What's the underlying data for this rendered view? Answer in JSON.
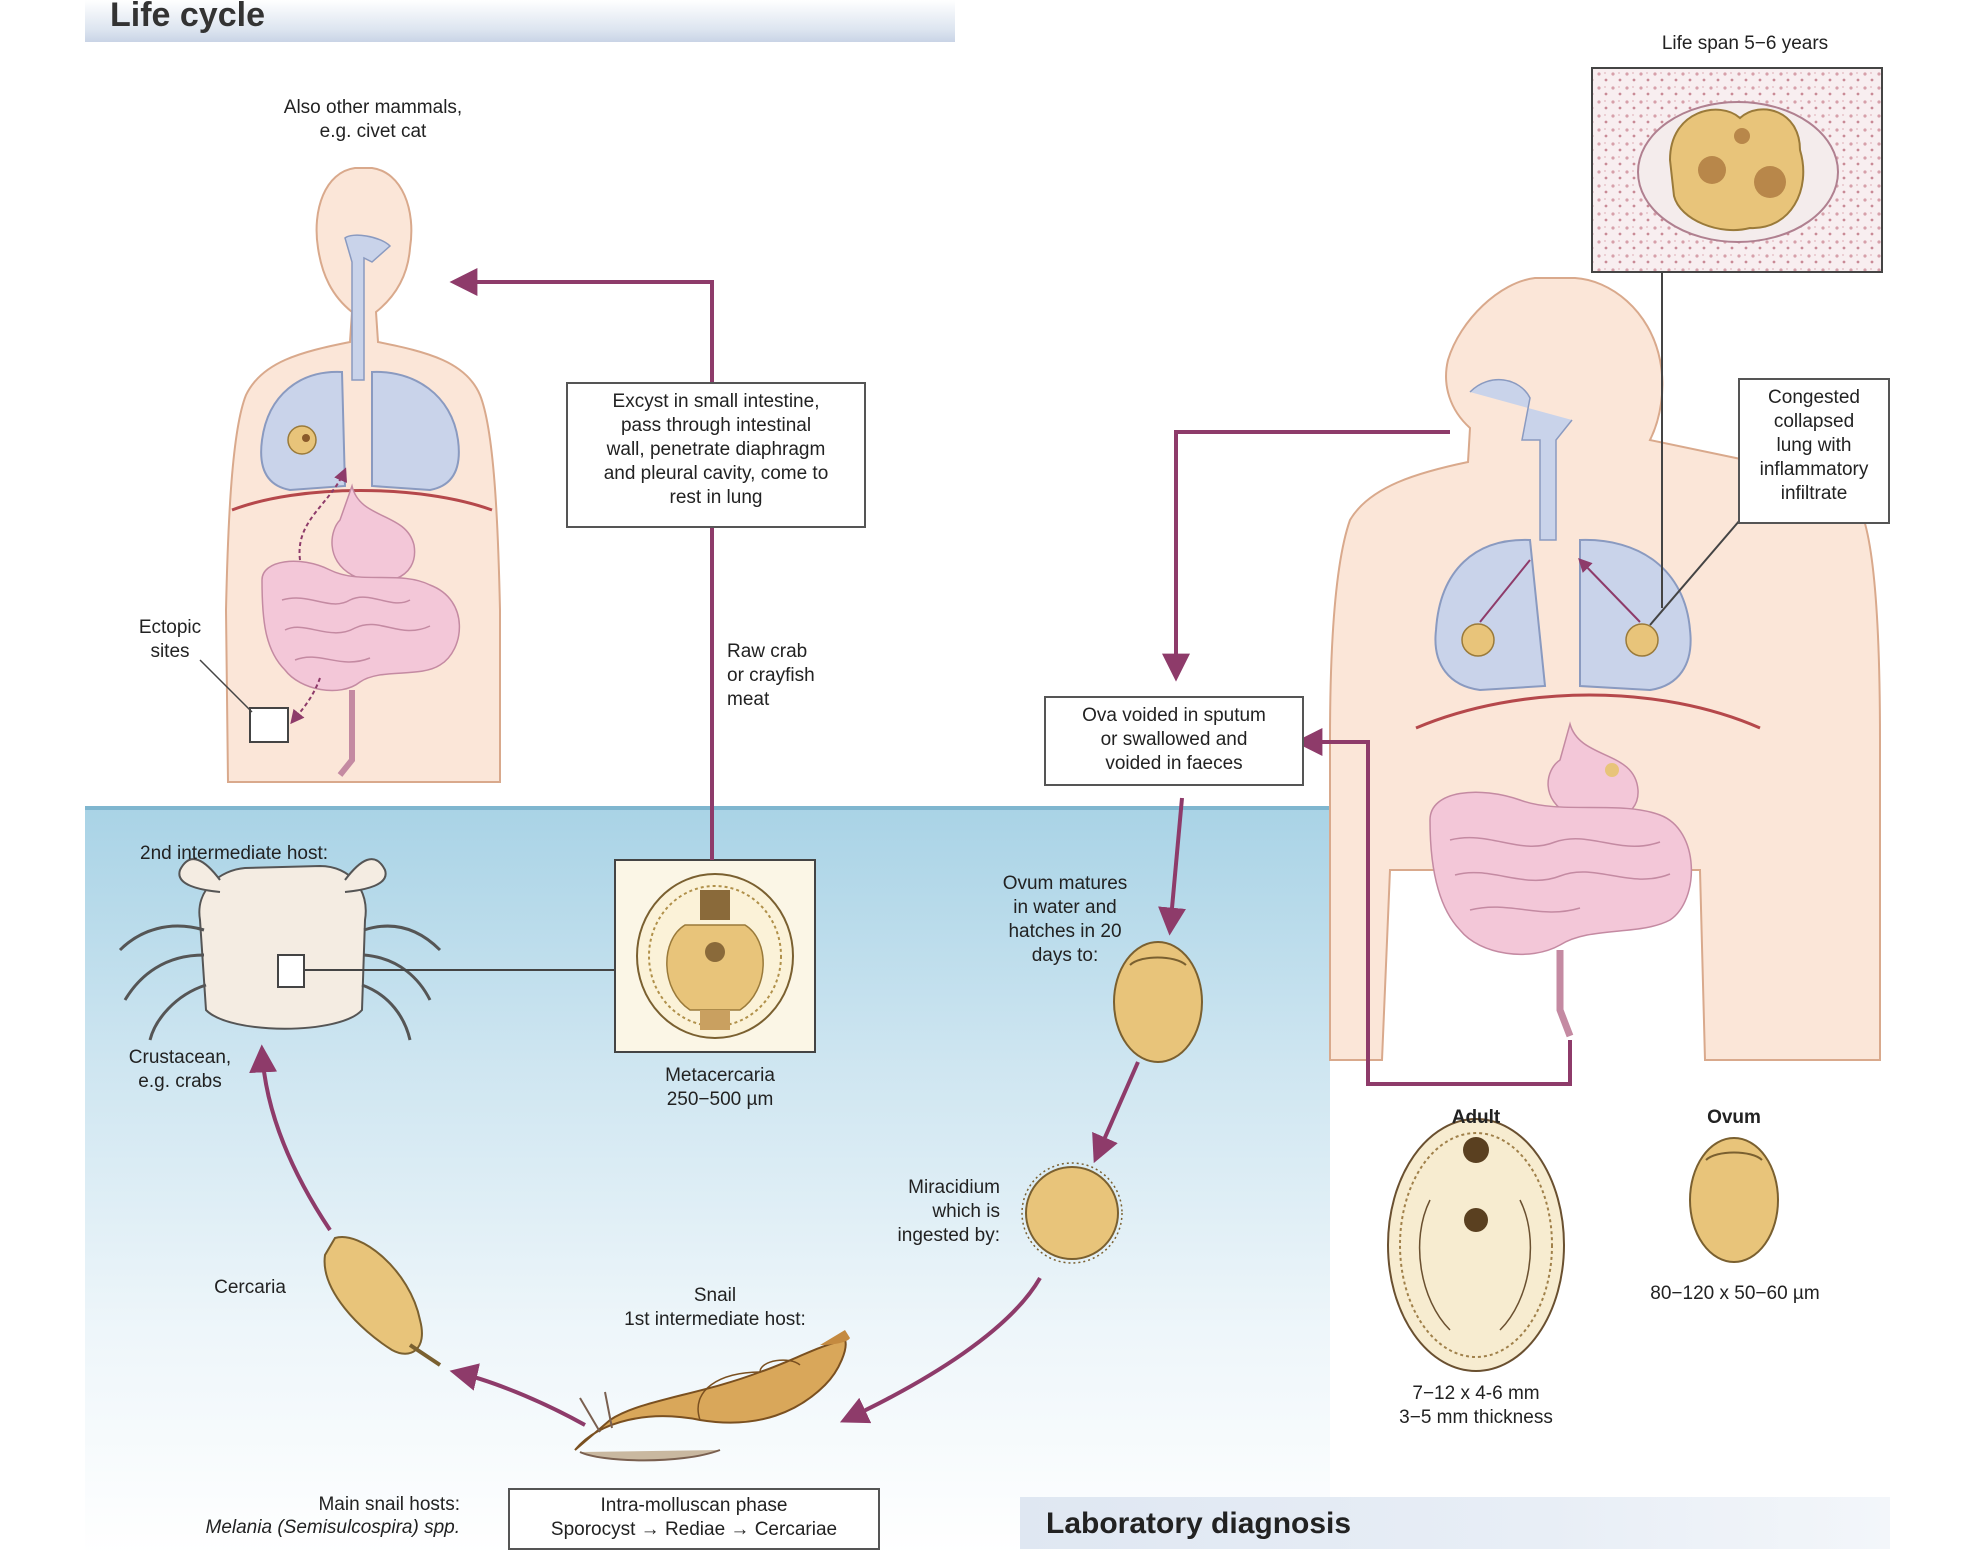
{
  "header": {
    "cut_title": "Life cycle"
  },
  "labels": {
    "other_mammals": "Also other mammals,\ne.g. civet cat",
    "ectopic_sites": "Ectopic\nsites",
    "excyst_box": "Excyst in small intestine,\npass through intestinal\nwall, penetrate diaphragm\nand pleural cavity, come to\nrest in lung",
    "raw_crab": "Raw crab\nor crayfish\nmeat",
    "second_host": "2nd intermediate host:",
    "crustacean": "Crustacean,\ne.g. crabs",
    "metacercaria": "Metacercaria\n250−500 µm",
    "cercaria": "Cercaria",
    "snail": "Snail\n1st intermediate host:",
    "main_snail_hosts_title": "Main snail hosts:",
    "main_snail_hosts_species": "Melania (Semisulcospira) spp.",
    "intra_molluscan": "Intra-molluscan phase\nSporocyst → Rediae → Cercariae",
    "miracidium": "Miracidium\nwhich is\ningested by:",
    "ovum_matures": "Ovum matures\nin water and\nhatches in 20\ndays to:",
    "ova_voided": "Ova voided in sputum\nor swallowed and\nvoided in faeces",
    "life_span": "Life span 5−6 years",
    "congested": "Congested\ncollapsed\nlung with\ninflammatory\ninfiltrate",
    "adult_title": "Adult",
    "adult_size": "7−12 x 4-6 mm\n3−5 mm thickness",
    "ovum_title": "Ovum",
    "ovum_size": "80−120 x 50−60 µm"
  },
  "sections": {
    "lab_diagnosis": "Laboratory diagnosis"
  },
  "colors": {
    "arrow": "#8e3b6a",
    "body_fill": "#fbe6d8",
    "body_stroke": "#d9a98c",
    "lung_fill": "#c9d3ea",
    "gut_fill": "#f3c7d8",
    "egg_fill": "#e8c47a",
    "water": "#a9d3e6"
  }
}
